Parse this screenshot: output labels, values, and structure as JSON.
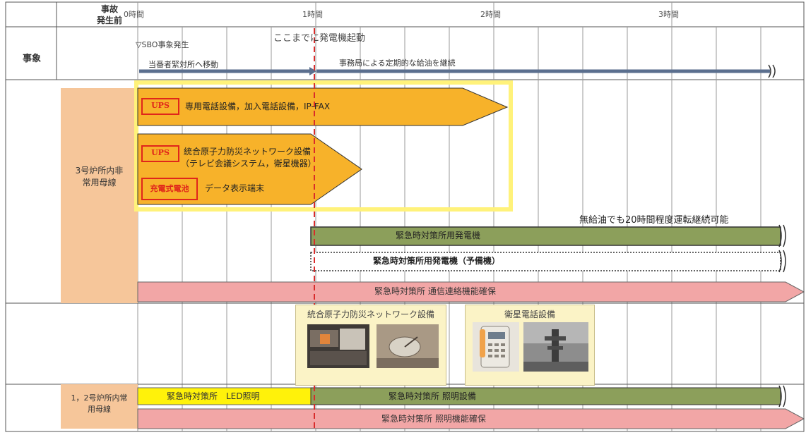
{
  "header": {
    "pre_accident": "事故\n発生前",
    "time_labels": [
      "0時間",
      "1時間",
      "2時間",
      "3時間"
    ]
  },
  "rows": {
    "event_label": "事象",
    "unit3_label": "3号炉所内非\n常用母線",
    "unit12_label": "1，2号炉所内常\n用母線"
  },
  "events": {
    "sbo": "▽SBO事象発生",
    "generator_start": "ここまでに発電機起動",
    "move": "当番者緊対所へ移動",
    "refuel": "事務局による定期的な給油を継続"
  },
  "ups_bar": {
    "badge": "UPS",
    "text": "専用電話設備，加入電話設備，IP-FAX"
  },
  "ups_bar2": {
    "badge": "UPS",
    "text_line1": "統合原子力防災ネットワーク設備",
    "text_line2": "（テレビ会議システム，衛星機器）",
    "battery_badge": "充電式電池",
    "battery_text": "データ表示端末"
  },
  "generator": {
    "note": "無給油でも20時間程度運転継続可能",
    "main": "緊急時対策所用発電機",
    "backup": "緊急時対策所用発電機（予備機）"
  },
  "comm_bar": "緊急時対策所 通信連絡機能確保",
  "photos": {
    "network_title": "統合原子力防災ネットワーク設備",
    "satellite_title": "衛星電話設備"
  },
  "lighting": {
    "led": "緊急時対策所　LED照明",
    "equipment": "緊急時対策所 照明設備",
    "secured": "緊急時対策所 照明機能確保"
  },
  "colors": {
    "orange_bar": "#f7b22a",
    "green_bar": "#8c9f5b",
    "pink_bar": "#f2a6a6",
    "yellow_bar": "#fff20a",
    "row_label_bg": "#f6c69a",
    "highlight_frame": "#fff27a",
    "dashed_line": "#d92b2b",
    "timeline_arrow": "#5b6f8e"
  }
}
